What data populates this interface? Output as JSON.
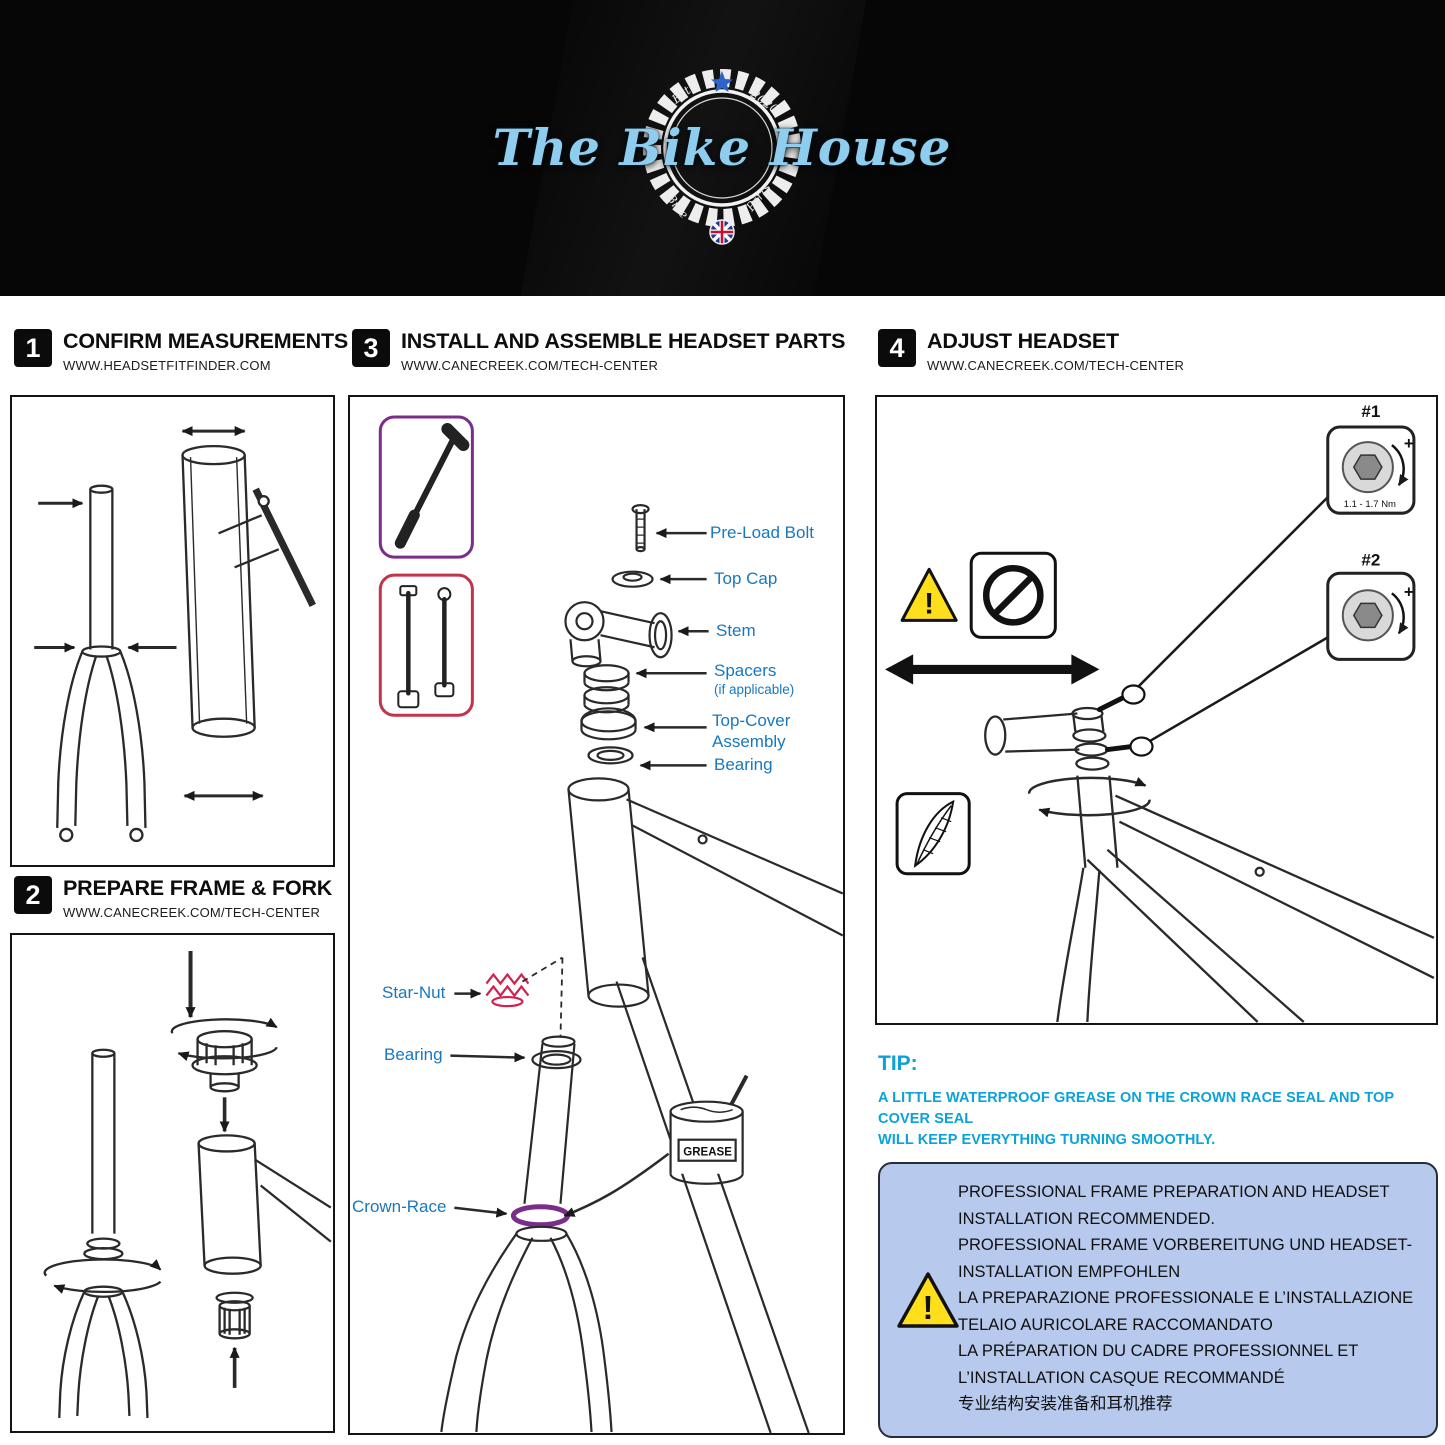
{
  "banner": {
    "title": "The Bike House",
    "est_label": "Est.",
    "year": "2020",
    "bike_label": "Bike",
    "parts_label": "Parts"
  },
  "steps": [
    {
      "number": "1",
      "title": "CONFIRM MEASUREMENTS",
      "url": "WWW.HEADSETFITFINDER.COM"
    },
    {
      "number": "2",
      "title": "PREPARE FRAME & FORK",
      "url": "WWW.CANECREEK.COM/TECH-CENTER"
    },
    {
      "number": "3",
      "title": "INSTALL AND ASSEMBLE HEADSET PARTS",
      "url": "WWW.CANECREEK.COM/TECH-CENTER"
    },
    {
      "number": "4",
      "title": "ADJUST HEADSET",
      "url": "WWW.CANECREEK.COM/TECH-CENTER"
    }
  ],
  "step3_labels": {
    "preload_bolt": "Pre-Load Bolt",
    "top_cap": "Top Cap",
    "stem": "Stem",
    "spacers": "Spacers",
    "spacers_note": "(if applicable)",
    "top_cover_1": "Top-Cover",
    "top_cover_2": "Assembly",
    "bearing_upper": "Bearing",
    "star_nut": "Star-Nut",
    "bearing_lower": "Bearing",
    "crown_race": "Crown-Race",
    "grease": "GREASE"
  },
  "step4_labels": {
    "tool1": "#1",
    "tool1_torque": "1.1 - 1.7 Nm",
    "tool2": "#2",
    "plus": "+",
    "exclamation": "!"
  },
  "tip": {
    "heading": "TIP:",
    "line1": "A LITTLE WATERPROOF GREASE ON THE CROWN RACE SEAL AND TOP COVER SEAL",
    "line2": "WILL KEEP EVERYTHING TURNING SMOOTHLY."
  },
  "warning_box": {
    "exclamation": "!",
    "lines": [
      "PROFESSIONAL FRAME PREPARATION AND HEADSET",
      "INSTALLATION RECOMMENDED.",
      "PROFESSIONAL FRAME VORBEREITUNG UND HEADSET-",
      "INSTALLATION EMPFOHLEN",
      "LA PREPARAZIONE PROFESSIONALE E L’INSTALLAZIONE",
      "TELAIO AURICOLARE RACCOMANDATO",
      "LA PRÉPARATION DU CADRE PROFESSIONNEL ET",
      "L’INSTALLATION CASQUE RECOMMANDÉ",
      "专业结构安装准备和耳机推荐"
    ]
  },
  "colors": {
    "label_blue": "#1878bf",
    "tip_cyan": "#0aa2d8",
    "accent_purple": "#7b2d8b",
    "accent_crimson": "#c2344a",
    "star_nut_pink": "#d1224f",
    "warning_yellow": "#ffdf1b",
    "info_box_bg": "#b7c9ec",
    "logo_blue": "#8ecdee"
  }
}
